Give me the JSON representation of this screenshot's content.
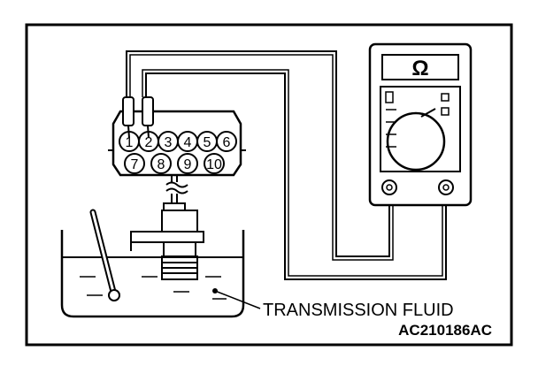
{
  "diagram": {
    "meter_symbol": "Ω",
    "connector_pins": [
      "1",
      "2",
      "3",
      "4",
      "5",
      "6",
      "7",
      "8",
      "9",
      "10"
    ],
    "fluid_label": "TRANSMISSION FLUID",
    "figure_code": "AC210186AC",
    "colors": {
      "line": "#000000",
      "background": "#ffffff"
    }
  }
}
